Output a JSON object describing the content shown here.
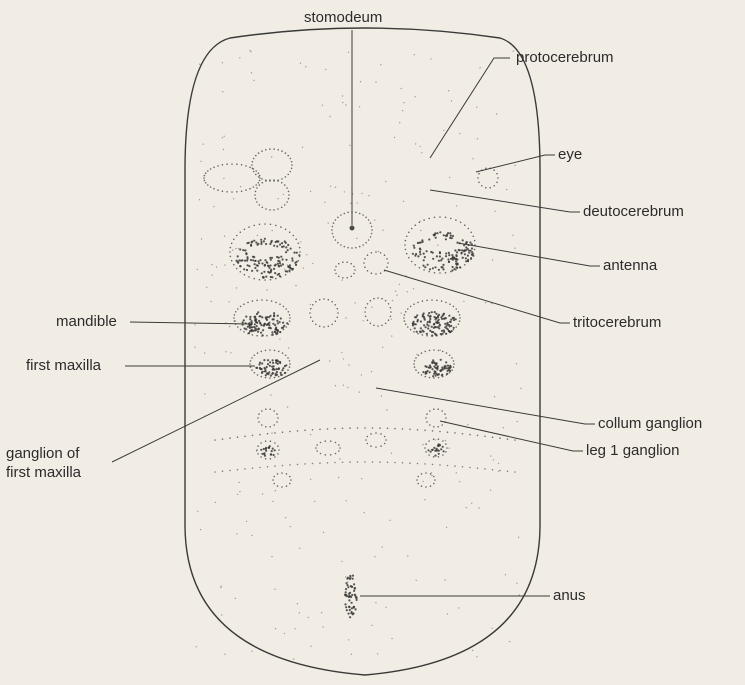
{
  "labels": {
    "stomodeum": "stomodeum",
    "protocerebrum": "protocerebrum",
    "eye": "eye",
    "deutocerebrum": "deutocerebrum",
    "antenna": "antenna",
    "mandible": "mandible",
    "tritocerebrum": "tritocerebrum",
    "first_maxilla": "first maxilla",
    "collum_ganglion": "collum ganglion",
    "leg_1_ganglion": "leg 1 ganglion",
    "ganglion_of_first_maxilla_line1": "ganglion of",
    "ganglion_of_first_maxilla_line2": "first maxilla",
    "anus": "anus"
  },
  "colors": {
    "background": "#f2ede4",
    "ink": "#2b2b2b"
  }
}
